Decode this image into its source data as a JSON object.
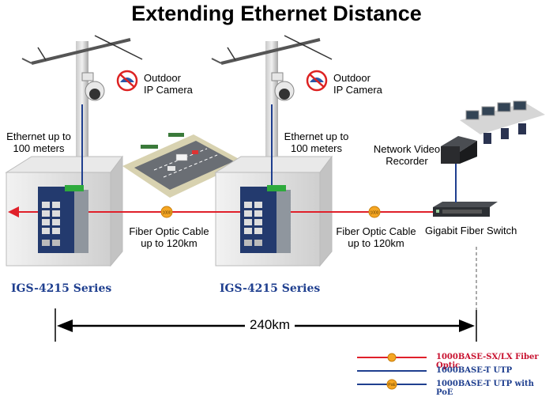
{
  "title": "Extending Ethernet Distance",
  "camera_label_line1": "Outdoor",
  "camera_label_line2": "IP Camera",
  "ethernet_label_line1": "Ethernet up to",
  "ethernet_label_line2": "100 meters",
  "fiber_label_line1": "Fiber Optic Cable",
  "fiber_label_line2": "up to 120km",
  "nvr_label_line1": "Network Video",
  "nvr_label_line2": "Recorder",
  "switch_label": "Gigabit Fiber Switch",
  "series_label": "IGS-4215 Series",
  "distance": "240km",
  "fiber_badge": "1000",
  "poe_badge": "PoE",
  "legend": {
    "fiber": "1000BASE-SX/LX Fiber Optic",
    "utp": "1000BASE-T UTP",
    "utp_poe": "1000BASE-T UTP with PoE"
  },
  "colors": {
    "fiber": "#e0202a",
    "utp": "#1f3f8f",
    "badge": "#f5a623",
    "series": "#1f3f8f"
  }
}
